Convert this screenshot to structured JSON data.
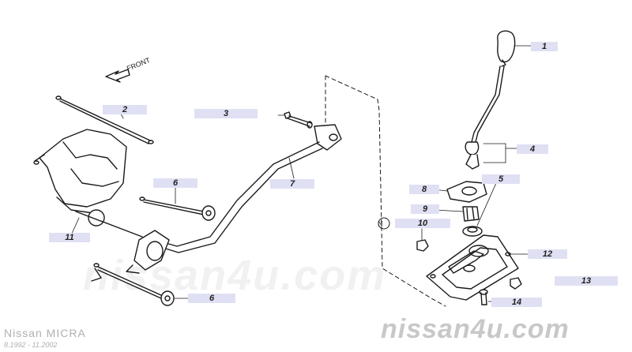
{
  "diagram": {
    "front_label": "FRONT",
    "n_marker": "N",
    "part_callouts": [
      "1",
      "2",
      "3",
      "4",
      "5",
      "6",
      "6",
      "7",
      "8",
      "9",
      "10",
      "11",
      "12",
      "13",
      "14"
    ]
  },
  "watermark": {
    "center_text": "nissan4u.com",
    "bottom_text": "nissan4u.com"
  },
  "caption": {
    "model": "Nissan MICRA",
    "years": "8.1992  -  11.2002"
  },
  "colors": {
    "label_bg": "#e0e0f4",
    "line": "#1a1a1a",
    "watermark": "#c8c8c8"
  }
}
